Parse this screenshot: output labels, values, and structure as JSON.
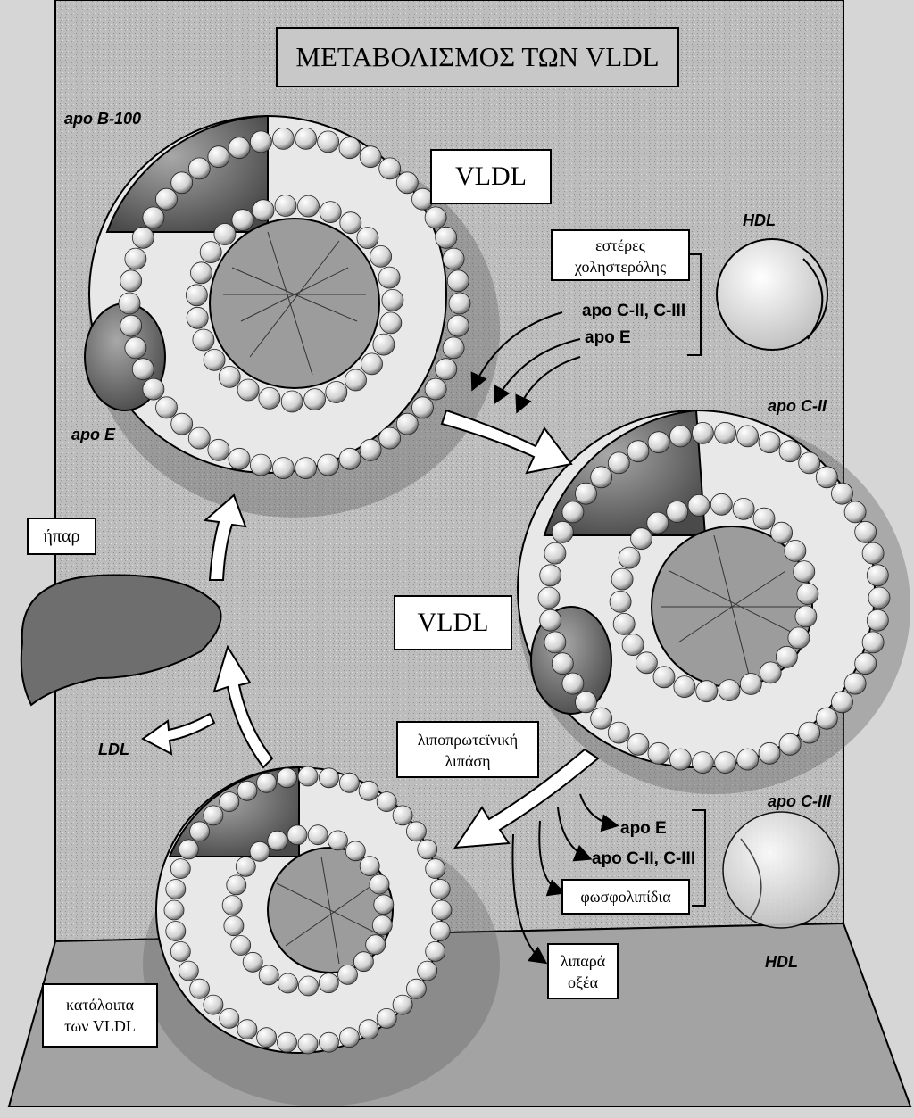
{
  "title": "ΜΕΤΑΒΟΛΙΣΜΟΣ ΤΩΝ VLDL",
  "particles": {
    "vldl_top": "VLDL",
    "vldl_middle": "VLDL",
    "remnants_line1": "κατάλοιπα",
    "remnants_line2": "των VLDL"
  },
  "labels": {
    "apo_b100": "apo B-100",
    "apo_e_left": "apo E",
    "hdl_top": "HDL",
    "hdl_bottom": "HDL",
    "apo_c2_right": "apo C-II",
    "apo_c3_right": "apo C-III",
    "liver": "ήπαρ",
    "ldl": "LDL"
  },
  "transfer_in": {
    "cholesterol_esters_line1": "εστέρες",
    "cholesterol_esters_line2": "χοληστερόλης",
    "apo_c": "apo C-II, C-III",
    "apo_e": "apo E"
  },
  "lipolysis": {
    "enzyme_line1": "λιποπρωτεϊνική",
    "enzyme_line2": "λιπάση",
    "apo_e": "apo E",
    "apo_c": "apo C-II, C-III",
    "phospholipids": "φωσφολιπίδια",
    "fatty_acids_line1": "λιπαρά",
    "fatty_acids_line2": "οξέα"
  },
  "colors": {
    "board": "#b9b9b9",
    "floor": "#a6a6a6",
    "title_box": "#c8c8c8",
    "particle_shell": "#eeeeee",
    "particle_core": "#8a8a8a",
    "ink": "#000000"
  }
}
